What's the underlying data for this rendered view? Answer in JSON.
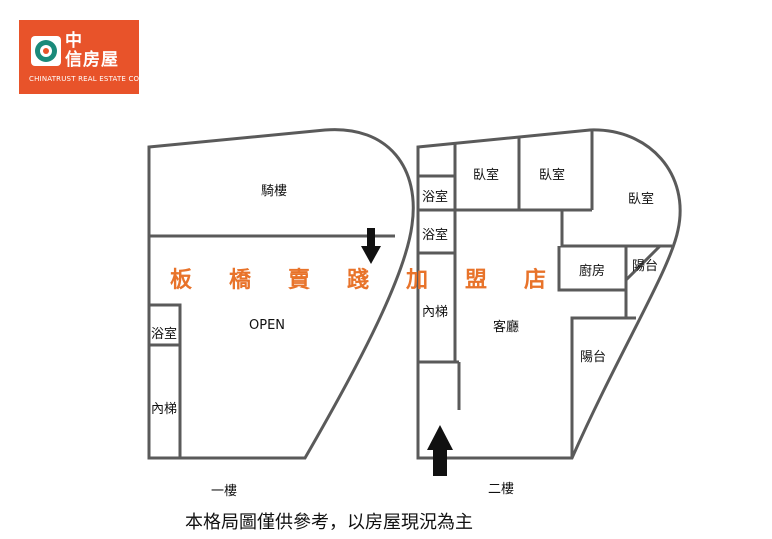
{
  "logo": {
    "title_line1": "中",
    "title_line2": "信房屋",
    "subtitle": "CHINATRUST REAL ESTATE CO.",
    "color": "#e8532a"
  },
  "watermark": {
    "chars": [
      "板",
      "橋",
      "賣",
      "踐",
      "加",
      "盟",
      "店"
    ],
    "color": "#e8732a"
  },
  "floor1": {
    "caption": "一樓",
    "rooms": {
      "arcade": "騎樓",
      "open": "OPEN",
      "bath": "浴室",
      "stairs": "內梯"
    }
  },
  "floor2": {
    "caption": "二樓",
    "rooms": {
      "bedroom_a": "臥室",
      "bedroom_b": "臥室",
      "bedroom_c": "臥室",
      "bath_a": "浴室",
      "bath_b": "浴室",
      "stairs": "內梯",
      "living": "客廳",
      "kitchen": "廚房",
      "balcony_a": "陽台",
      "balcony_b": "陽台"
    }
  },
  "disclaimer": "本格局圖僅供參考，以房屋現況為主"
}
